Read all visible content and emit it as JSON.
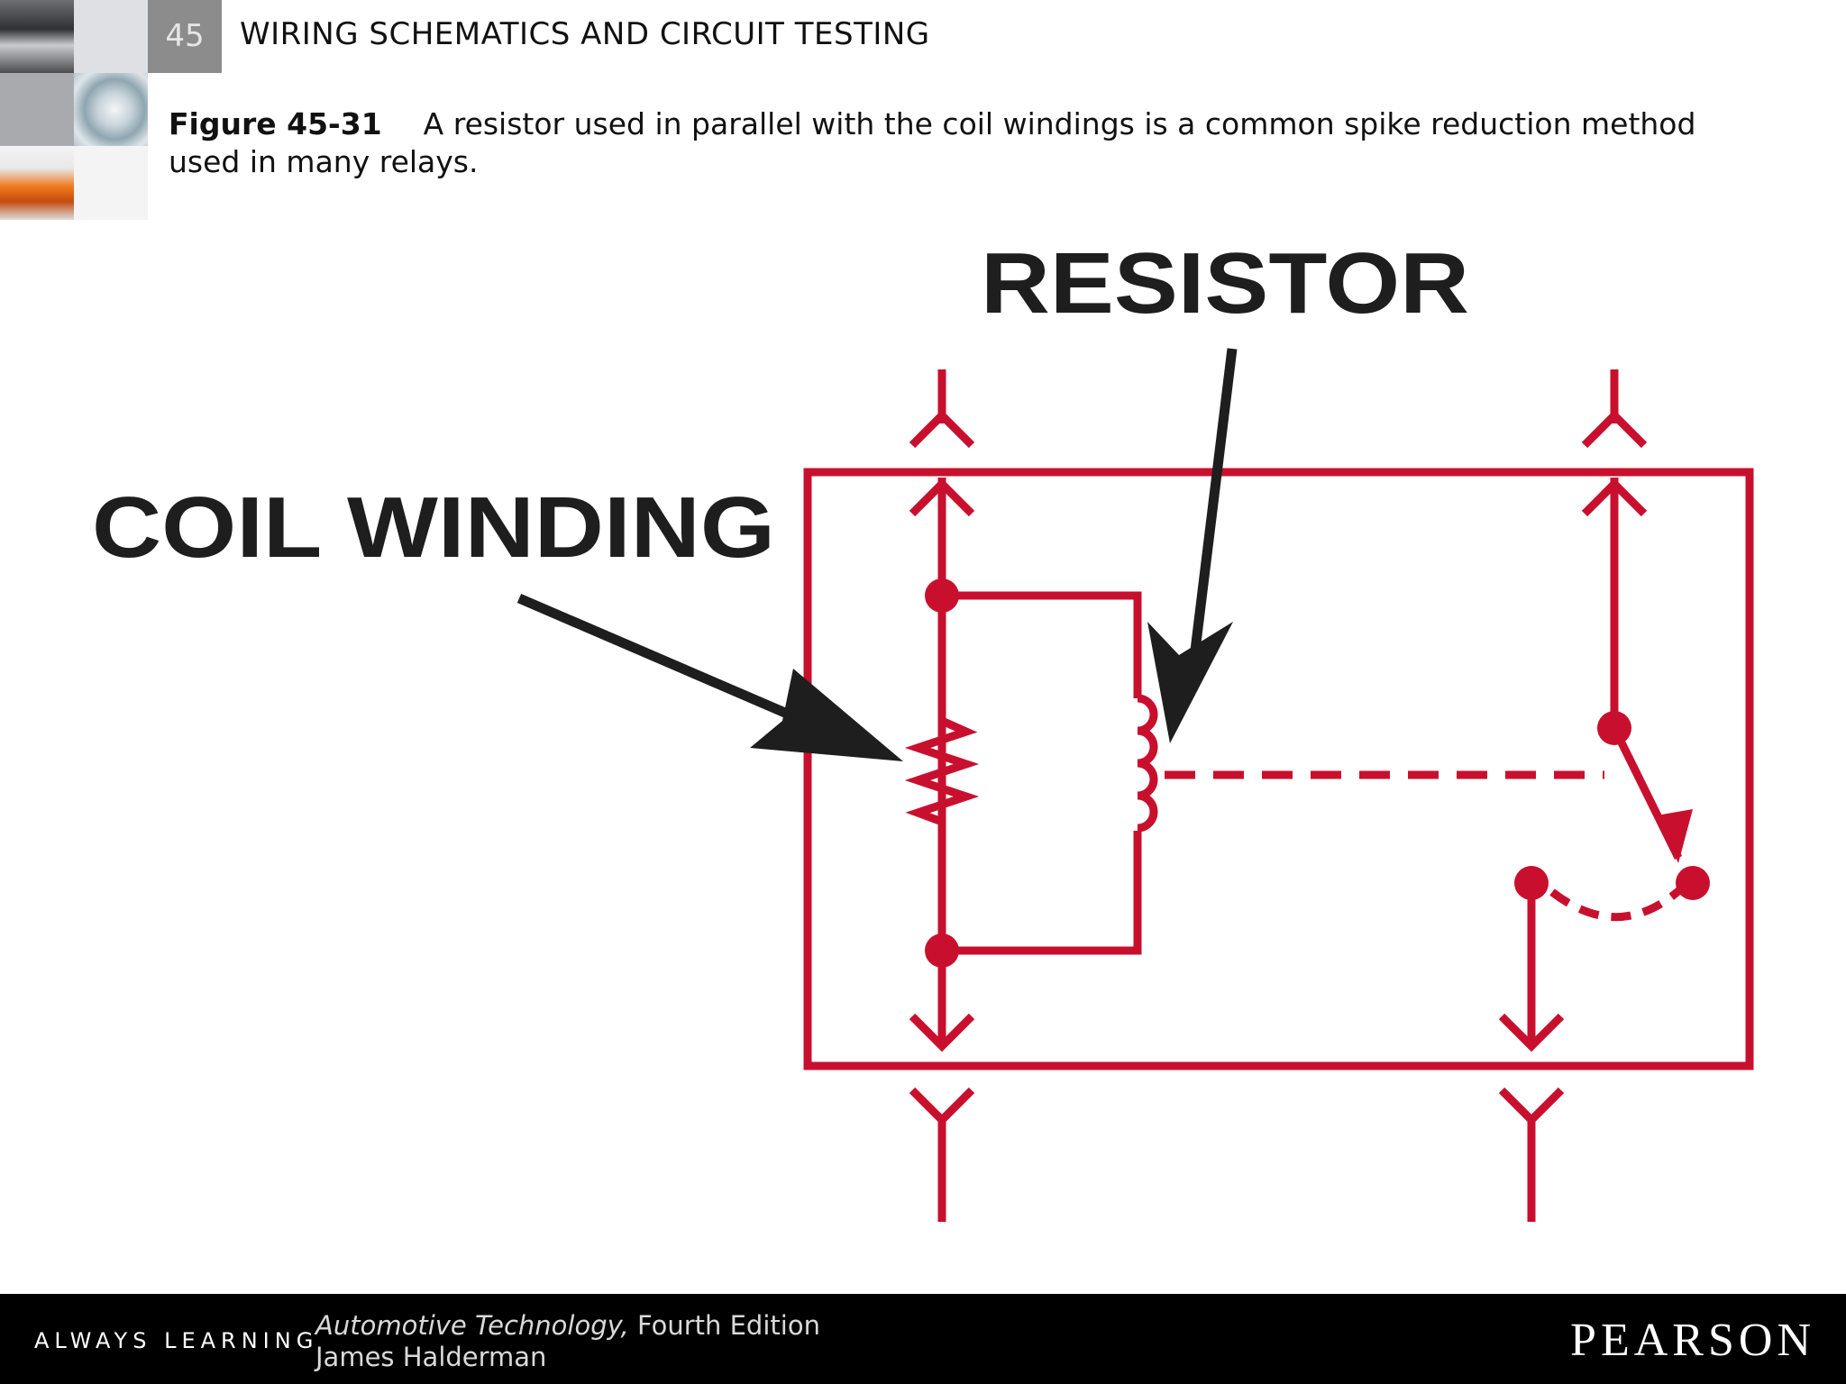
{
  "slide": {
    "chapter_number": "45",
    "header_title": "WIRING SCHEMATICS AND CIRCUIT TESTING"
  },
  "caption": {
    "label": "Figure 45-31",
    "text": "A resistor used in parallel with the coil windings is a common spike reduction method used in many relays."
  },
  "diagram": {
    "labels": {
      "resistor": "RESISTOR",
      "coil_winding": "COIL WINDING"
    },
    "colors": {
      "circuit": "#c8102e",
      "callout": "#1e1e1e"
    }
  },
  "footer": {
    "tagline": "ALWAYS LEARNING",
    "book_title": "Automotive Technology,",
    "book_edition": " Fourth Edition",
    "author": "James Halderman",
    "brand": "PEARSON"
  },
  "colors": {
    "footer_background": "#000000",
    "number_tile": "#8c8c8c"
  }
}
